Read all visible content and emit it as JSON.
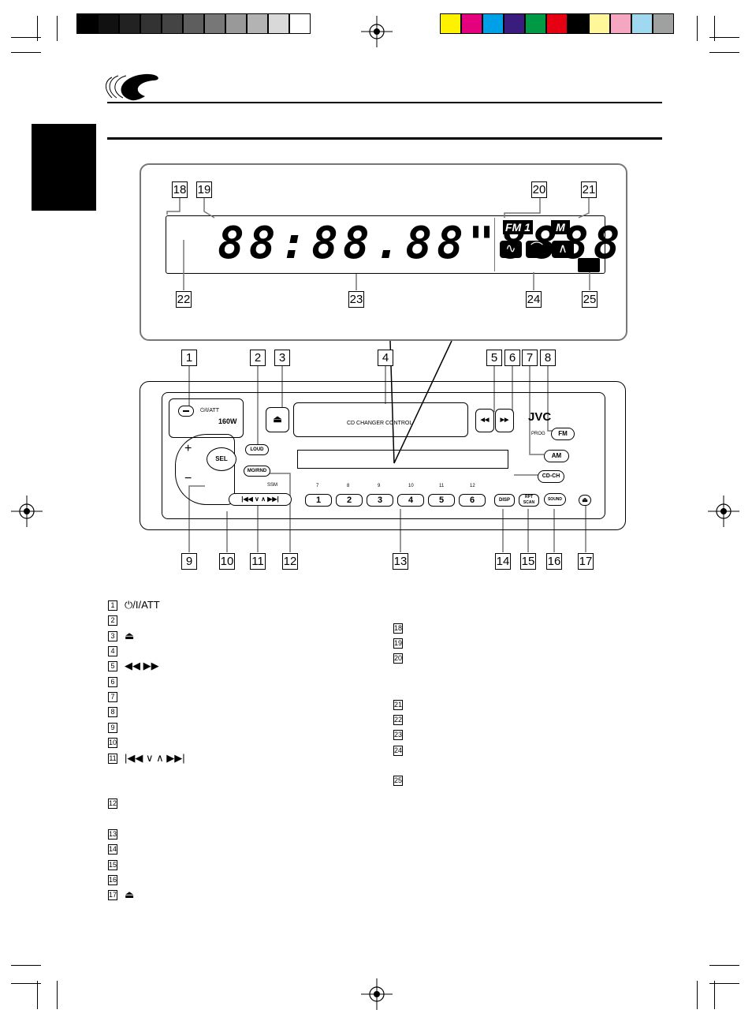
{
  "crop_marks": "registration",
  "colors": {
    "grayscale": [
      "#000000",
      "#111111",
      "#222222",
      "#333333",
      "#444444",
      "#5e5e5e",
      "#777777",
      "#999999",
      "#b3b3b3",
      "#d9d9d9",
      "#ffffff"
    ],
    "process": [
      "#fff200",
      "#e5007e",
      "#00a0e9",
      "#3a1b7e",
      "#009944",
      "#e50012",
      "#000000",
      "#fff799",
      "#f5a6c0",
      "#a0d8ef",
      "#9fa0a0"
    ]
  },
  "display": {
    "segments": "88:88.88\"8888",
    "band": "FM 1",
    "mode": "M",
    "sound_symbols": [
      "∿",
      "⌒",
      "∧"
    ]
  },
  "callouts": [
    "1",
    "2",
    "3",
    "4",
    "5",
    "6",
    "7",
    "8",
    "9",
    "10",
    "11",
    "12",
    "13",
    "14",
    "15",
    "16",
    "17",
    "18",
    "19",
    "20",
    "21",
    "22",
    "23",
    "24",
    "25"
  ],
  "unit": {
    "power_label": "⏻/I/ATT",
    "watt": "160W",
    "cd_changer": "CD CHANGER CONTROL",
    "brand": "JVC",
    "prog": "PROG",
    "fm": "FM",
    "am": "AM",
    "cdch": "CD-CH",
    "sel": "SEL",
    "loud": "LOUD",
    "mo_rnd": "MO/RND",
    "ssm": "SSM",
    "disp": "DISP",
    "rpt_scan": "RPT SCAN",
    "sound": "SOUND",
    "presets": [
      "1",
      "2",
      "3",
      "4",
      "5",
      "6"
    ],
    "preset_tops": [
      "7",
      "8",
      "9",
      "10",
      "11",
      "12"
    ]
  },
  "list_left": [
    {
      "n": "1",
      "t": "⏻/I/ATT"
    },
    {
      "n": "2",
      "t": ""
    },
    {
      "n": "3",
      "t": "⏏"
    },
    {
      "n": "4",
      "t": ""
    },
    {
      "n": "5",
      "t": "◀◀ ▶▶"
    },
    {
      "n": "6",
      "t": ""
    },
    {
      "n": "7",
      "t": ""
    },
    {
      "n": "8",
      "t": ""
    },
    {
      "n": "9",
      "t": ""
    },
    {
      "n": "10",
      "t": ""
    },
    {
      "n": "11",
      "t": "|◀◀ ∨ ∧ ▶▶|"
    },
    {
      "n": "12",
      "t": ""
    },
    {
      "n": "13",
      "t": ""
    },
    {
      "n": "14",
      "t": ""
    },
    {
      "n": "15",
      "t": ""
    },
    {
      "n": "16",
      "t": ""
    },
    {
      "n": "17",
      "t": "⏏"
    }
  ],
  "list_right": [
    {
      "n": "18",
      "t": ""
    },
    {
      "n": "19",
      "t": ""
    },
    {
      "n": "20",
      "t": ""
    },
    {
      "n": "21",
      "t": ""
    },
    {
      "n": "22",
      "t": ""
    },
    {
      "n": "23",
      "t": ""
    },
    {
      "n": "24",
      "t": ""
    },
    {
      "n": "25",
      "t": ""
    }
  ]
}
